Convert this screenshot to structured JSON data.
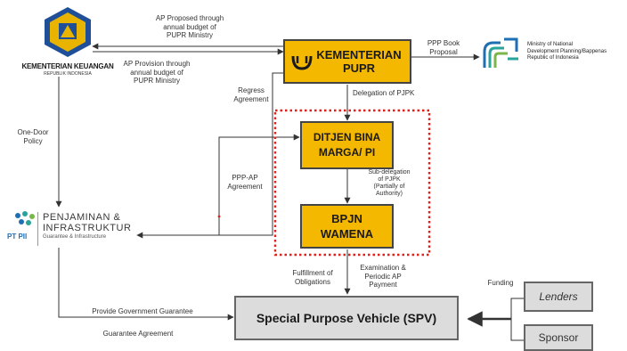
{
  "nodes": {
    "kemenkeu": {
      "title": "KEMENTERIAN KEUANGAN",
      "subtitle": "REPUBLIK INDONESIA"
    },
    "pupr": {
      "line1": "KEMENTERIAN",
      "line2": "PUPR"
    },
    "bappenas": {
      "line1": "Ministry of National",
      "line2": "Development Planning/Bappenas",
      "line3": "Republic of Indonesia"
    },
    "ptpii": {
      "logo_text": "PT PII",
      "line1": "PENJAMINAN &",
      "line2": "INFRASTRUKTUR",
      "line3": "Guarantee & Infrastructure"
    },
    "ditjen": {
      "line1": "DITJEN BINA",
      "line2": "MARGA/ PI"
    },
    "bpjn": {
      "line1": "BPJN",
      "line2": "WAMENA"
    },
    "spv": {
      "label": "Special Purpose Vehicle (SPV)"
    },
    "lenders": {
      "label": "Lenders"
    },
    "sponsor": {
      "label": "Sponsor"
    }
  },
  "edge_labels": {
    "ap_proposed": [
      "AP Proposed through",
      "annual budget of",
      "PUPR Ministry"
    ],
    "ap_provision": [
      "AP Provision through",
      "annual budget of",
      "PUPR Ministry"
    ],
    "ppp_book": [
      "PPP Book",
      "Proposal"
    ],
    "regress": [
      "Regress",
      "Agreement"
    ],
    "delegation": [
      "Delegation of PJPK"
    ],
    "one_door": [
      "One-Door",
      "Policy"
    ],
    "ppp_ap": [
      "PPP-AP",
      "Agreement"
    ],
    "sub_delegation": [
      "Sub-delegation",
      "of PJPK",
      "(Partially of",
      "Authority)"
    ],
    "fulfillment": [
      "Fulfillment of",
      "Obligations"
    ],
    "examination": [
      "Examination &",
      "Periodic AP",
      "Payment"
    ],
    "funding": [
      "Funding"
    ],
    "provide_guarantee": [
      "Provide Government Guarantee"
    ],
    "guarantee_agreement": [
      "Guarantee Agreement"
    ]
  },
  "colors": {
    "accent_yellow": "#f5b800",
    "dotted_red": "#e0201a",
    "logo_blue": "#1f4f99",
    "logo_gold": "#e8b400"
  },
  "icons": [
    "kemenkeu-emblem-icon",
    "pupr-logo-icon",
    "bappenas-logo-icon",
    "ptpii-logo-icon"
  ]
}
